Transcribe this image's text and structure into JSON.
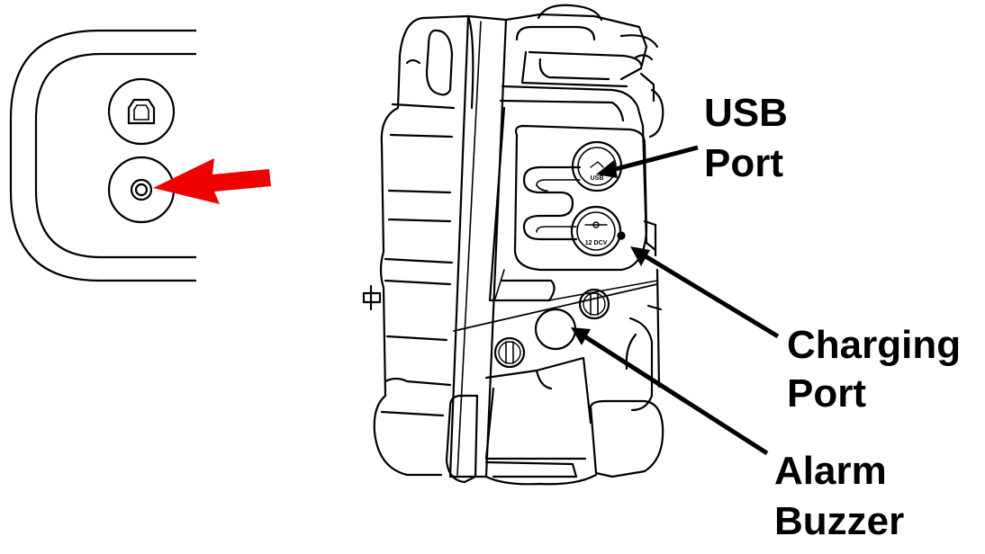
{
  "labels": {
    "usb": [
      "USB",
      "Port"
    ],
    "charging": [
      "Charging",
      "Port"
    ],
    "alarm": [
      "Alarm",
      "Buzzer"
    ],
    "usb_port_marking": "USB",
    "charge_port_marking": "12 DCV"
  },
  "colors": {
    "line": "#000000",
    "highlight_arrow": "#ee0000",
    "background": "#ffffff"
  },
  "icons": {
    "usb_b_socket": "usb-b-socket-icon",
    "charge_jack": "dc-jack-icon",
    "pointer": "red-arrow-icon"
  }
}
